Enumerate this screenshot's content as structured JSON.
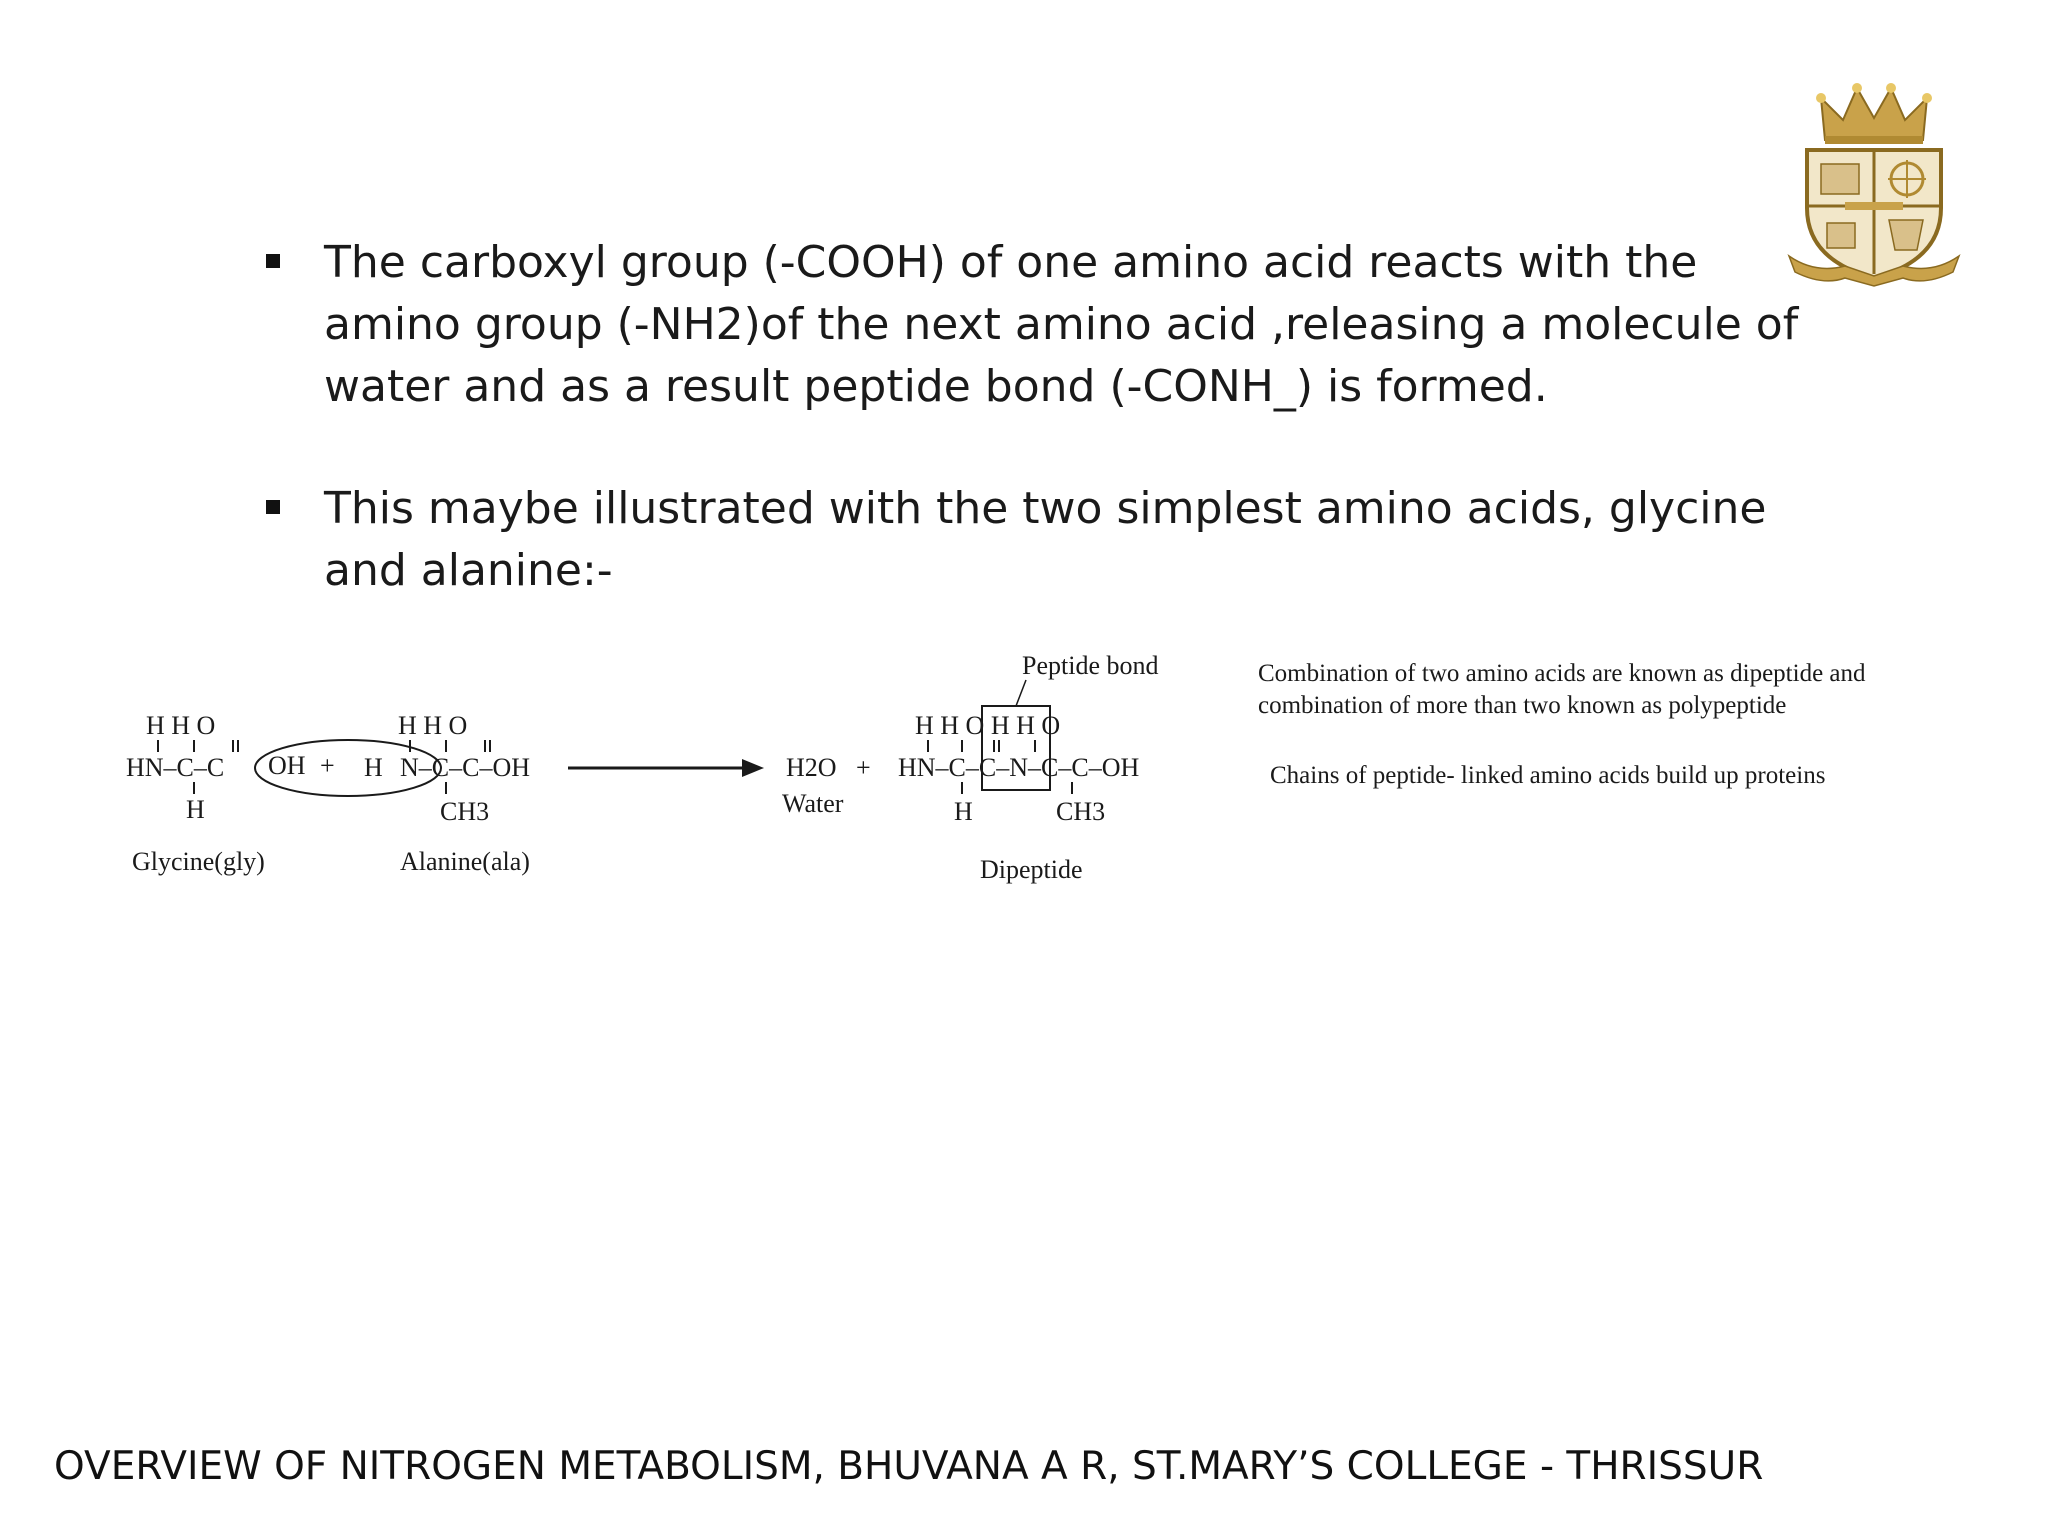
{
  "bullets": [
    {
      "text": "The carboxyl group (-COOH) of one amino acid reacts with the amino group (-NH2)of the next amino acid ,releasing a molecule of water and as a result peptide bond (-CONH_) is formed."
    },
    {
      "text": "This maybe illustrated with the two simplest amino acids, glycine and alanine:-"
    }
  ],
  "reaction": {
    "glycine": {
      "top_row": "H  H  O",
      "main_row": "HN–C–C",
      "hydroxyl": "OH",
      "bottom_row": "H",
      "label": "Glycine(gly)"
    },
    "plus_1": "+",
    "alanine": {
      "top_row": "H  H  O",
      "hydrogen": "H",
      "main_row": "N–C–C–OH",
      "bottom_row": "CH3",
      "label": "Alanine(ala)"
    },
    "water": {
      "formula": "H2O",
      "plus": "+",
      "label": "Water"
    },
    "dipeptide": {
      "top_row": "H  H  O  H   H  O",
      "main_row": "HN–C–C–N–C–C–OH",
      "bottom_left": "H",
      "bottom_right": "CH3",
      "label": "Dipeptide",
      "bond_label": "Peptide bond"
    }
  },
  "side_note": {
    "line_1": "Combination of two amino acids are known as dipeptide and combination of more than two known as  polypeptide",
    "line_2": "Chains of peptide- linked amino acids build up proteins"
  },
  "footer": "OVERVIEW OF NITROGEN METABOLISM, BHUVANA A R, ST.MARY’S COLLEGE - THRISSUR",
  "colors": {
    "text": "#1a1a1a",
    "crest_gold": "#c9a24a",
    "crest_cream": "#f2e7c9"
  }
}
